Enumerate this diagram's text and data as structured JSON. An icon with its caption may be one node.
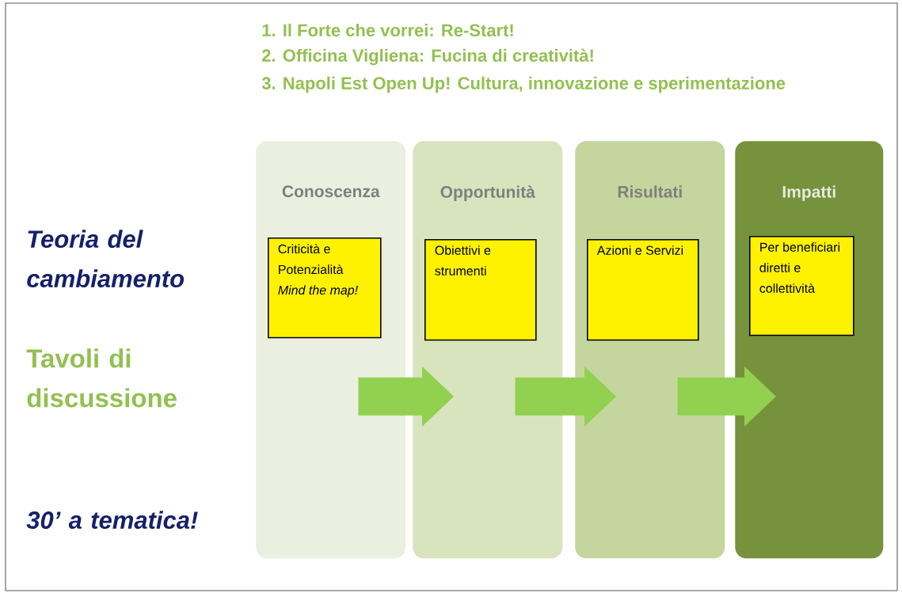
{
  "diagram": {
    "nodes": [
      {
        "text": [
          "Conoscenza"
        ]
      },
      {
        "text": [
          "Criticità e Potenzialità *Mind the map!*"
        ],
        "in": 0
      },
      {
        "text": [
          "Opportunità"
        ]
      },
      {
        "text": [
          "Obiettivi e strumenti"
        ],
        "in": 2
      },
      {
        "text": [
          "Risultati"
        ]
      },
      {
        "text": [
          "Azioni e Servizi"
        ],
        "in": 4
      },
      {
        "text": [
          "Impatti"
        ]
      },
      {
        "text": [
          "Per beneficiari diretti e collettività"
        ],
        "in": 6
      }
    ],
    "edges": [
      {
        "from": 0,
        "to": 2,
        "arrow": "to"
      },
      {
        "from": 2,
        "to": 4,
        "arrow": "to"
      },
      {
        "from": 4,
        "to": 6,
        "arrow": "to"
      }
    ],
    "labels": [
      "1. Il Forte che vorrei: Re-Start!",
      "2. Officina Vigliena: Fucina di creatività!",
      "3. Napoli Est Open Up! Cultura, innovazione e sperimentazione",
      "Teoria del cambiamento",
      "Tavoli di discussione",
      "30’ a tematica!"
    ]
  }
}
